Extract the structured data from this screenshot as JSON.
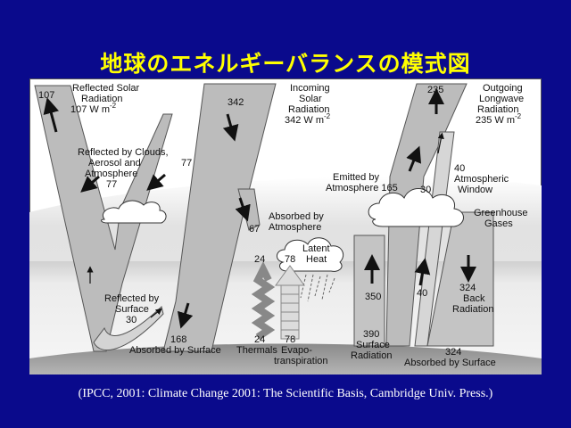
{
  "title": "地球のエネルギーバランスの模式図",
  "caption": "(IPCC, 2001: Climate Change 2001: The Scientific Basis, Cambridge Univ. Press.)",
  "diagram": {
    "reflected_solar": {
      "value": "107",
      "line1": "Reflected Solar",
      "line2": "Radiation",
      "line3": "107 W m",
      "sup": "-2"
    },
    "incoming_solar": {
      "value": "342",
      "line1": "Incoming",
      "line2": "Solar",
      "line3": "Radiation",
      "line4": "342 W m",
      "sup": "-2"
    },
    "reflected_clouds": {
      "value": "77",
      "line1": "Reflected by Clouds,",
      "line2": "Aerosol and",
      "line3": "Atmosphere",
      "line4": "77"
    },
    "absorbed_atmosphere": {
      "value": "67",
      "line1": "Absorbed by",
      "line2": "Atmosphere"
    },
    "reflected_surface": {
      "value": "30",
      "line1": "Reflected by",
      "line2": "Surface",
      "line3": "30"
    },
    "absorbed_surface_solar": {
      "value": "168",
      "label": "Absorbed by Surface"
    },
    "thermals": {
      "top": "24",
      "bottom": "24",
      "label": "Thermals"
    },
    "evapotranspiration": {
      "top": "78",
      "bottom": "78",
      "line1": "Evapo-",
      "line2": "transpiration"
    },
    "latent_heat": {
      "value": "78",
      "line1": "Latent",
      "line2": "Heat"
    },
    "outgoing_longwave": {
      "value": "235",
      "line1": "Outgoing",
      "line2": "Longwave",
      "line3": "Radiation",
      "line4": "235 W m",
      "sup": "-2"
    },
    "emitted_atmosphere": {
      "value": "165",
      "line1": "Emitted by",
      "line2": "Atmosphere 165"
    },
    "atmospheric_window": {
      "value": "40",
      "line1": "40",
      "line2": "Atmospheric",
      "line3": "Window",
      "inner": "30"
    },
    "greenhouse_gases": {
      "line1": "Greenhouse",
      "line2": "Gases"
    },
    "surface_radiation": {
      "up": "350",
      "value": "390",
      "line1": "390",
      "line2": "Surface",
      "line3": "Radiation"
    },
    "window_upwelling": {
      "value": "40"
    },
    "back_radiation": {
      "value": "324",
      "line1": "324",
      "line2": "Back",
      "line3": "Radiation"
    },
    "absorbed_surface_lw": {
      "value": "324",
      "label": "Absorbed by Surface"
    }
  }
}
